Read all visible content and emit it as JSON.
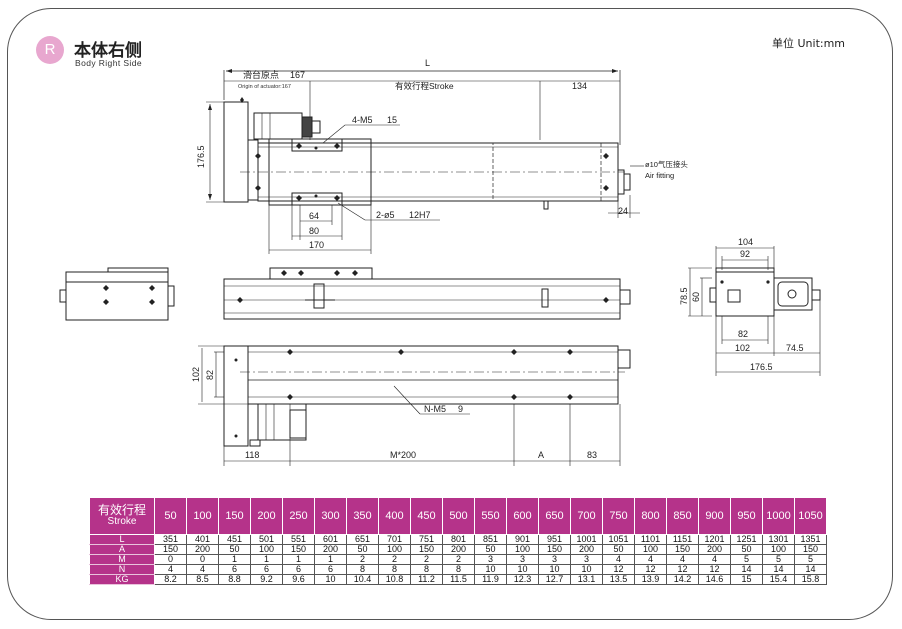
{
  "header": {
    "badge": "R",
    "title": "本体右侧",
    "subtitle": "Body Right Side",
    "unit": "单位 Unit:mm"
  },
  "drawing": {
    "top_view": {
      "L": "L",
      "origin_cn": "滑台原点",
      "origin_val": "167",
      "origin_en": "Origin of actuator:167",
      "stroke": "有效行程Stroke",
      "d134": "134",
      "hole_top": "4-M5",
      "hole_top_depth": "15",
      "d176_5": "176.5",
      "air_cn": "ø10气压接头",
      "air_en": "Air fitting",
      "d24": "24",
      "d64": "64",
      "pin": "2-ø5",
      "pin_depth": "12H7",
      "d80": "80",
      "d170": "170"
    },
    "end_view": {
      "d104": "104",
      "d92": "92",
      "d78_5": "78.5",
      "d60": "60",
      "d82": "82",
      "d102": "102",
      "d74_5": "74.5",
      "d176_5": "176.5"
    },
    "bottom_view": {
      "d102": "102",
      "d82": "82",
      "hole_bottom": "N-M5",
      "hole_bottom_depth": "9",
      "d118": "118",
      "m200": "M*200",
      "A": "A",
      "d83": "83"
    }
  },
  "table": {
    "stroke_label_cn": "有效行程",
    "stroke_label_en": "Stroke",
    "strokes": [
      "50",
      "100",
      "150",
      "200",
      "250",
      "300",
      "350",
      "400",
      "450",
      "500",
      "550",
      "600",
      "650",
      "700",
      "750",
      "800",
      "850",
      "900",
      "950",
      "1000",
      "1050"
    ],
    "rows": [
      {
        "label": "L",
        "values": [
          "351",
          "401",
          "451",
          "501",
          "551",
          "601",
          "651",
          "701",
          "751",
          "801",
          "851",
          "901",
          "951",
          "1001",
          "1051",
          "1101",
          "1151",
          "1201",
          "1251",
          "1301",
          "1351"
        ]
      },
      {
        "label": "A",
        "values": [
          "150",
          "200",
          "50",
          "100",
          "150",
          "200",
          "50",
          "100",
          "150",
          "200",
          "50",
          "100",
          "150",
          "200",
          "50",
          "100",
          "150",
          "200",
          "50",
          "100",
          "150"
        ]
      },
      {
        "label": "M",
        "values": [
          "0",
          "0",
          "1",
          "1",
          "1",
          "1",
          "2",
          "2",
          "2",
          "2",
          "3",
          "3",
          "3",
          "3",
          "4",
          "4",
          "4",
          "4",
          "5",
          "5",
          "5"
        ]
      },
      {
        "label": "N",
        "values": [
          "4",
          "4",
          "6",
          "6",
          "6",
          "6",
          "8",
          "8",
          "8",
          "8",
          "10",
          "10",
          "10",
          "10",
          "12",
          "12",
          "12",
          "12",
          "14",
          "14",
          "14"
        ]
      },
      {
        "label": "KG",
        "values": [
          "8.2",
          "8.5",
          "8.8",
          "9.2",
          "9.6",
          "10",
          "10.4",
          "10.8",
          "11.2",
          "11.5",
          "11.9",
          "12.3",
          "12.7",
          "13.1",
          "13.5",
          "13.9",
          "14.2",
          "14.6",
          "15",
          "15.4",
          "15.8"
        ]
      }
    ]
  }
}
